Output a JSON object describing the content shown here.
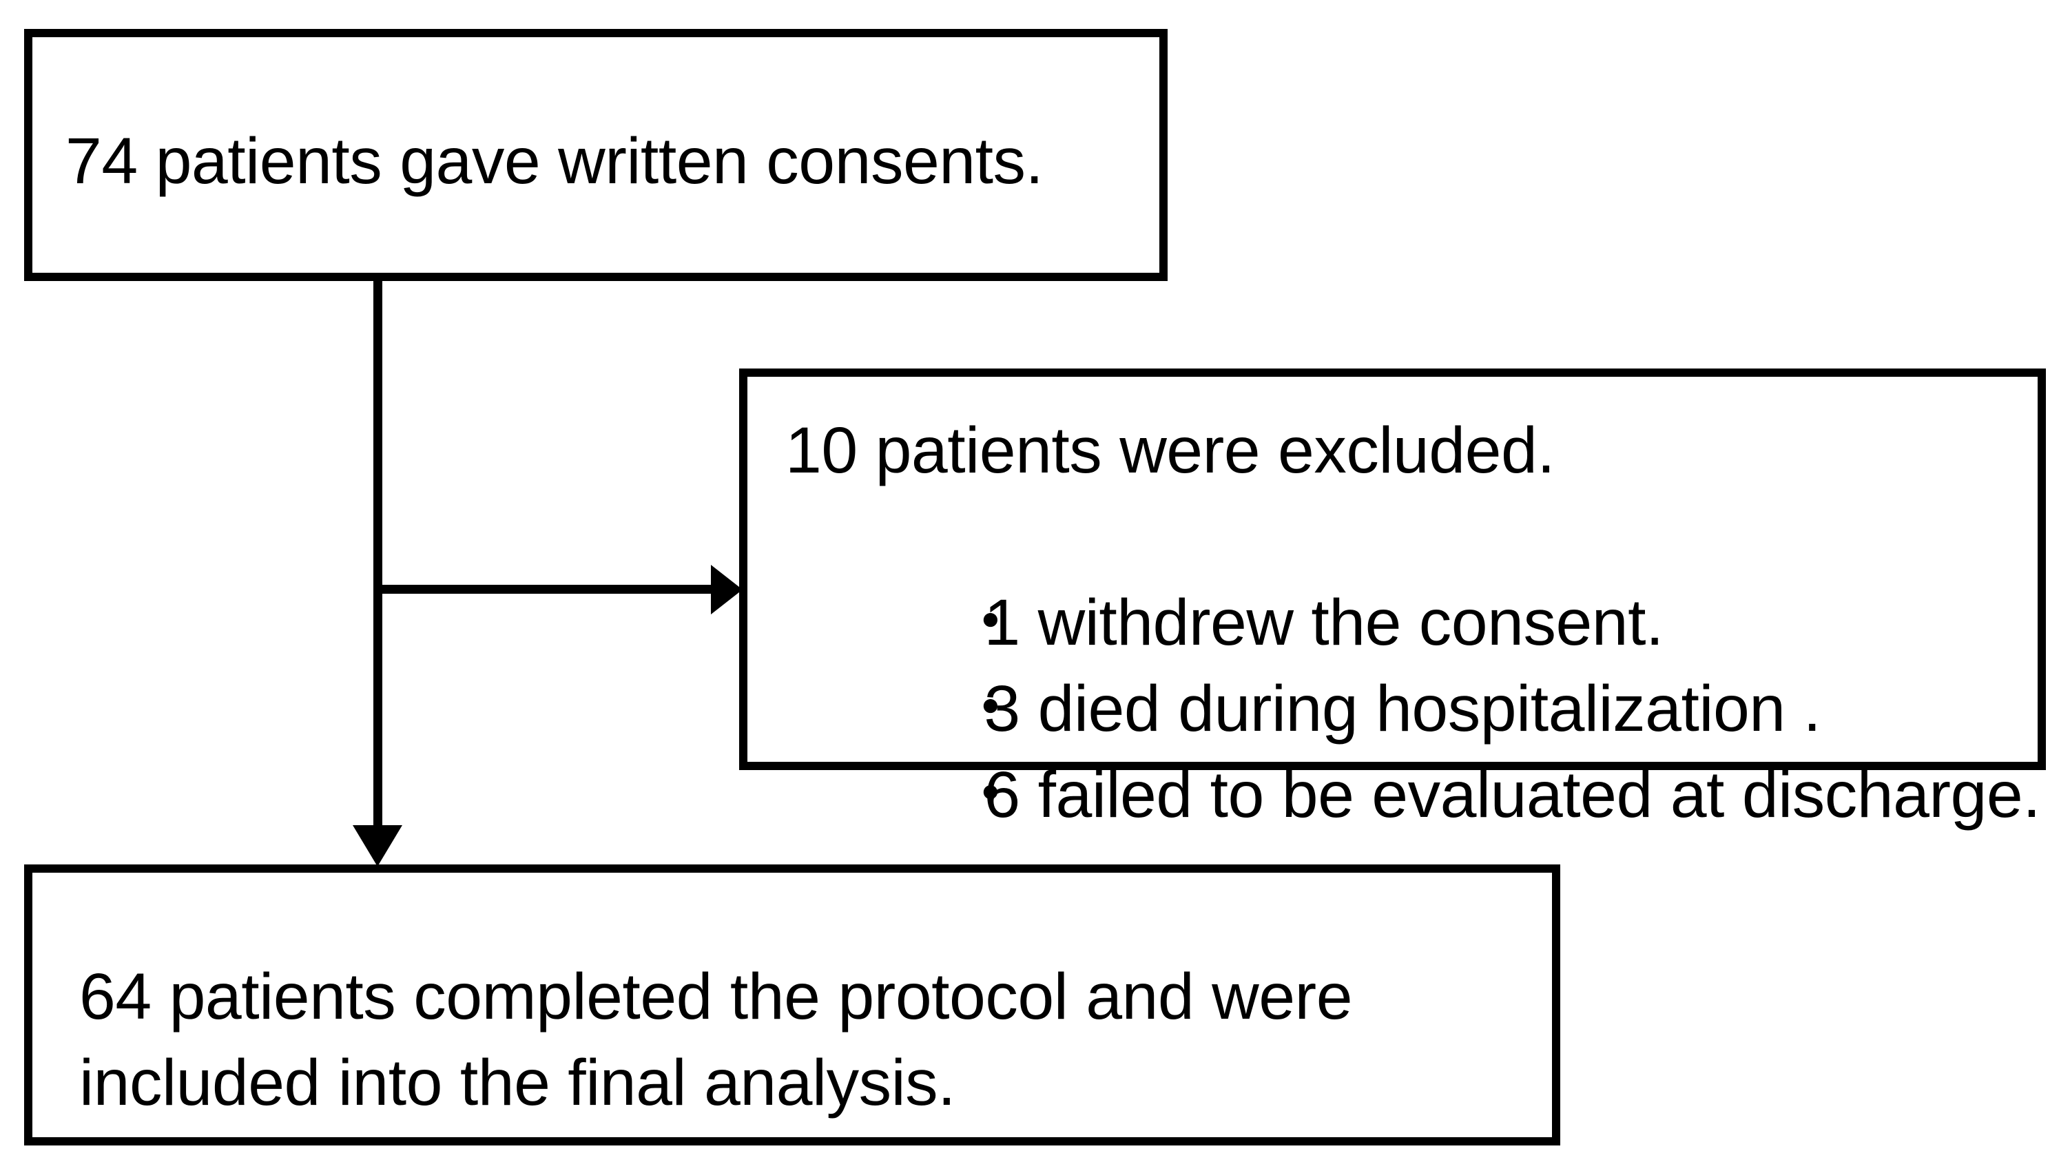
{
  "diagram": {
    "type": "patient-flow-chart",
    "background_color": "#ffffff",
    "line_color": "#000000",
    "boxes": {
      "consent": {
        "text": "74 patients gave written consents."
      },
      "excluded": {
        "heading": "10 patients were excluded.",
        "bullet_glyph": "・",
        "items": [
          "1 withdrew the consent.",
          "3 died during hospitalization .",
          "6 failed to be evaluated at discharge."
        ]
      },
      "included": {
        "line_1": "64 patients completed the protocol and were",
        "line_2": "included into the final analysis."
      }
    },
    "connectors": {
      "trunk_label": "",
      "branch_label": ""
    }
  }
}
